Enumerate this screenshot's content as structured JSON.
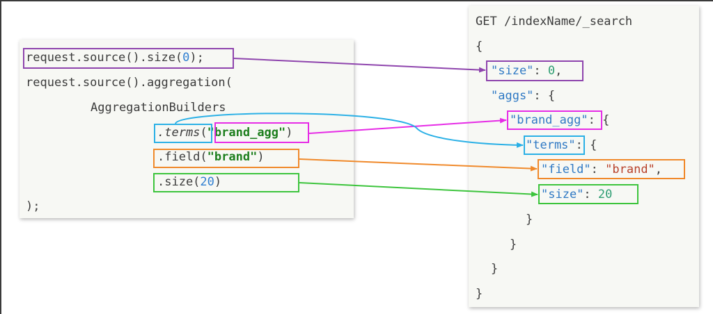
{
  "java": {
    "line1_a": "request.source().size(",
    "line1_num": "0",
    "line1_b": ");",
    "line2": "request.source().aggregation(",
    "line3": "AggregationBuilders",
    "terms_method": ".terms",
    "terms_open": "(",
    "terms_arg": "\"brand_agg\"",
    "terms_close": ")",
    "field_a": ".field(",
    "field_arg": "\"brand\"",
    "field_b": ")",
    "size_a": ".size(",
    "size_num": "20",
    "size_b": ")",
    "close": ");"
  },
  "dsl": {
    "request_line": "GET /indexName/_search",
    "open_brace": "{",
    "size_key": "\"size\"",
    "size_sep": ": ",
    "size_val": "0",
    "size_comma": ",",
    "aggs_key": "\"aggs\"",
    "aggs_rest": ": {",
    "brand_agg_key": "\"brand_agg\"",
    "brand_agg_rest": ": {",
    "terms_key": "\"terms\"",
    "terms_rest": ": {",
    "field_key": "\"field\"",
    "field_sep": ": ",
    "field_val": "\"brand\"",
    "field_comma": ",",
    "inner_size_key": "\"size\"",
    "inner_size_sep": ": ",
    "inner_size_val": "20",
    "close1": "}",
    "close2": "}",
    "close3": "}",
    "close4": "}"
  },
  "colors": {
    "size": "#8e44ad",
    "terms": "#2ab0e6",
    "brand_agg": "#e62be6",
    "field": "#f0892a",
    "inner_size": "#3cc43c"
  }
}
